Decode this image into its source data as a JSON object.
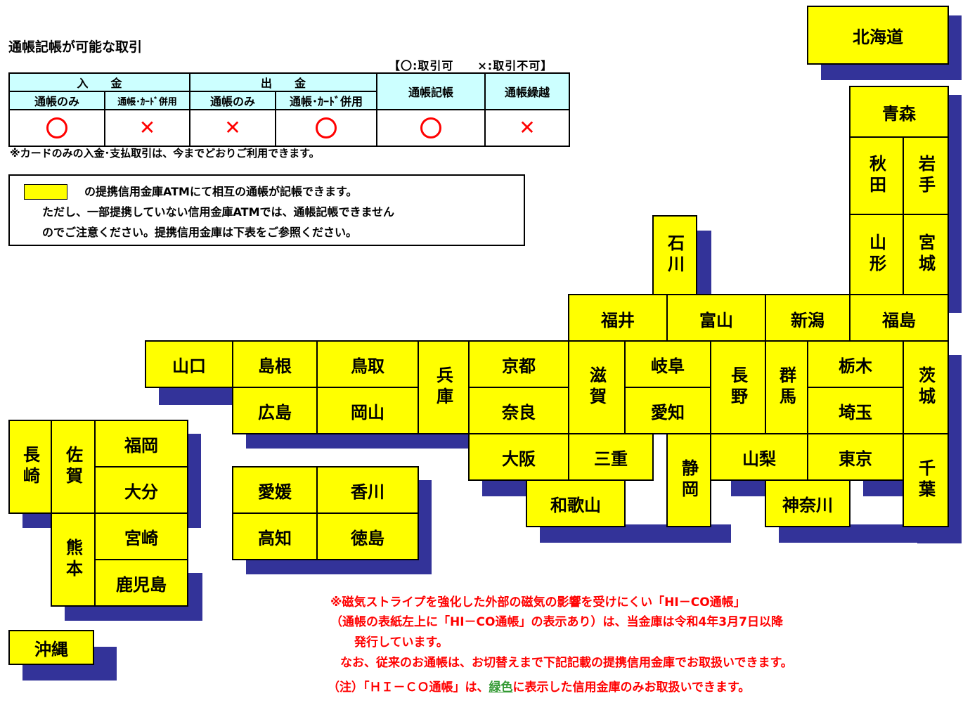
{
  "title": "通帳記帳が可能な取引",
  "legend_text": "【〇:取引可　　×:取引不可】",
  "table": {
    "group_deposit": "入　　金",
    "group_withdraw": "出　　金",
    "sub_passbook_only_1": "通帳のみ",
    "sub_passbook_card_1": "通帳･ｶｰﾄﾞ併用",
    "sub_passbook_only_2": "通帳のみ",
    "sub_passbook_card_2": "通帳･ｶｰﾄﾞ併用",
    "col_record": "通帳記帳",
    "col_carry": "通帳繰越",
    "marks": [
      "circle",
      "cross",
      "cross",
      "circle",
      "circle",
      "cross"
    ]
  },
  "note_card": "※カードのみの入金･支払取引は、今までどおりご利用できます。",
  "info": {
    "line1": "の提携信用金庫ATMにて相互の通帳が記帳できます。",
    "line2": "ただし、一部提携していない信用金庫ATMでは、通帳記帳できません",
    "line3": "のでご注意ください。提携信用金庫は下表をご参照ください。",
    "highlight_color": "#ffff00"
  },
  "map": {
    "fill_color": "#ffff00",
    "shadow_color": "#333399",
    "prefectures": {
      "hokkaido": "北海道",
      "aomori": "青森",
      "akita": "秋田",
      "iwate": "岩手",
      "yamagata": "山形",
      "miyagi": "宮城",
      "ishikawa": "石川",
      "fukui": "福井",
      "toyama": "富山",
      "niigata": "新潟",
      "fukushima": "福島",
      "yamaguchi": "山口",
      "shimane": "島根",
      "tottori": "鳥取",
      "hyogo": "兵庫",
      "kyoto": "京都",
      "shiga": "滋賀",
      "gifu": "岐阜",
      "nagano": "長野",
      "gunma": "群馬",
      "tochigi": "栃木",
      "ibaraki": "茨城",
      "hiroshima": "広島",
      "okayama": "岡山",
      "nara": "奈良",
      "aichi": "愛知",
      "saitama": "埼玉",
      "osaka": "大阪",
      "mie": "三重",
      "shizuoka": "静岡",
      "yamanashi": "山梨",
      "tokyo": "東京",
      "chiba": "千葉",
      "wakayama": "和歌山",
      "kanagawa": "神奈川",
      "nagasaki": "長崎",
      "saga": "佐賀",
      "fukuoka": "福岡",
      "oita": "大分",
      "kumamoto": "熊本",
      "miyazaki": "宮崎",
      "kagoshima": "鹿児島",
      "ehime": "愛媛",
      "kagawa": "香川",
      "kochi": "高知",
      "tokushima": "徳島",
      "okinawa": "沖縄"
    }
  },
  "notes": {
    "line1": "※磁気ストライプを強化した外部の磁気の影響を受けにくい「HI－CO通帳」",
    "line2": "（通帳の表紙左上に「HI－CO通帳」の表示あり）は、当金庫は令和4年3月7日以降",
    "line3": "発行しています。",
    "line4": "なお、従来のお通帳は、お切替えまで下記記載の提携信用金庫でお取扱いできます。",
    "footnote_pre": "（注）「ＨＩ－ＣＯ通帳」は、",
    "footnote_green": "緑色",
    "footnote_post": "に表示した信用金庫のみお取扱いできます。",
    "green_color": "#339933"
  }
}
